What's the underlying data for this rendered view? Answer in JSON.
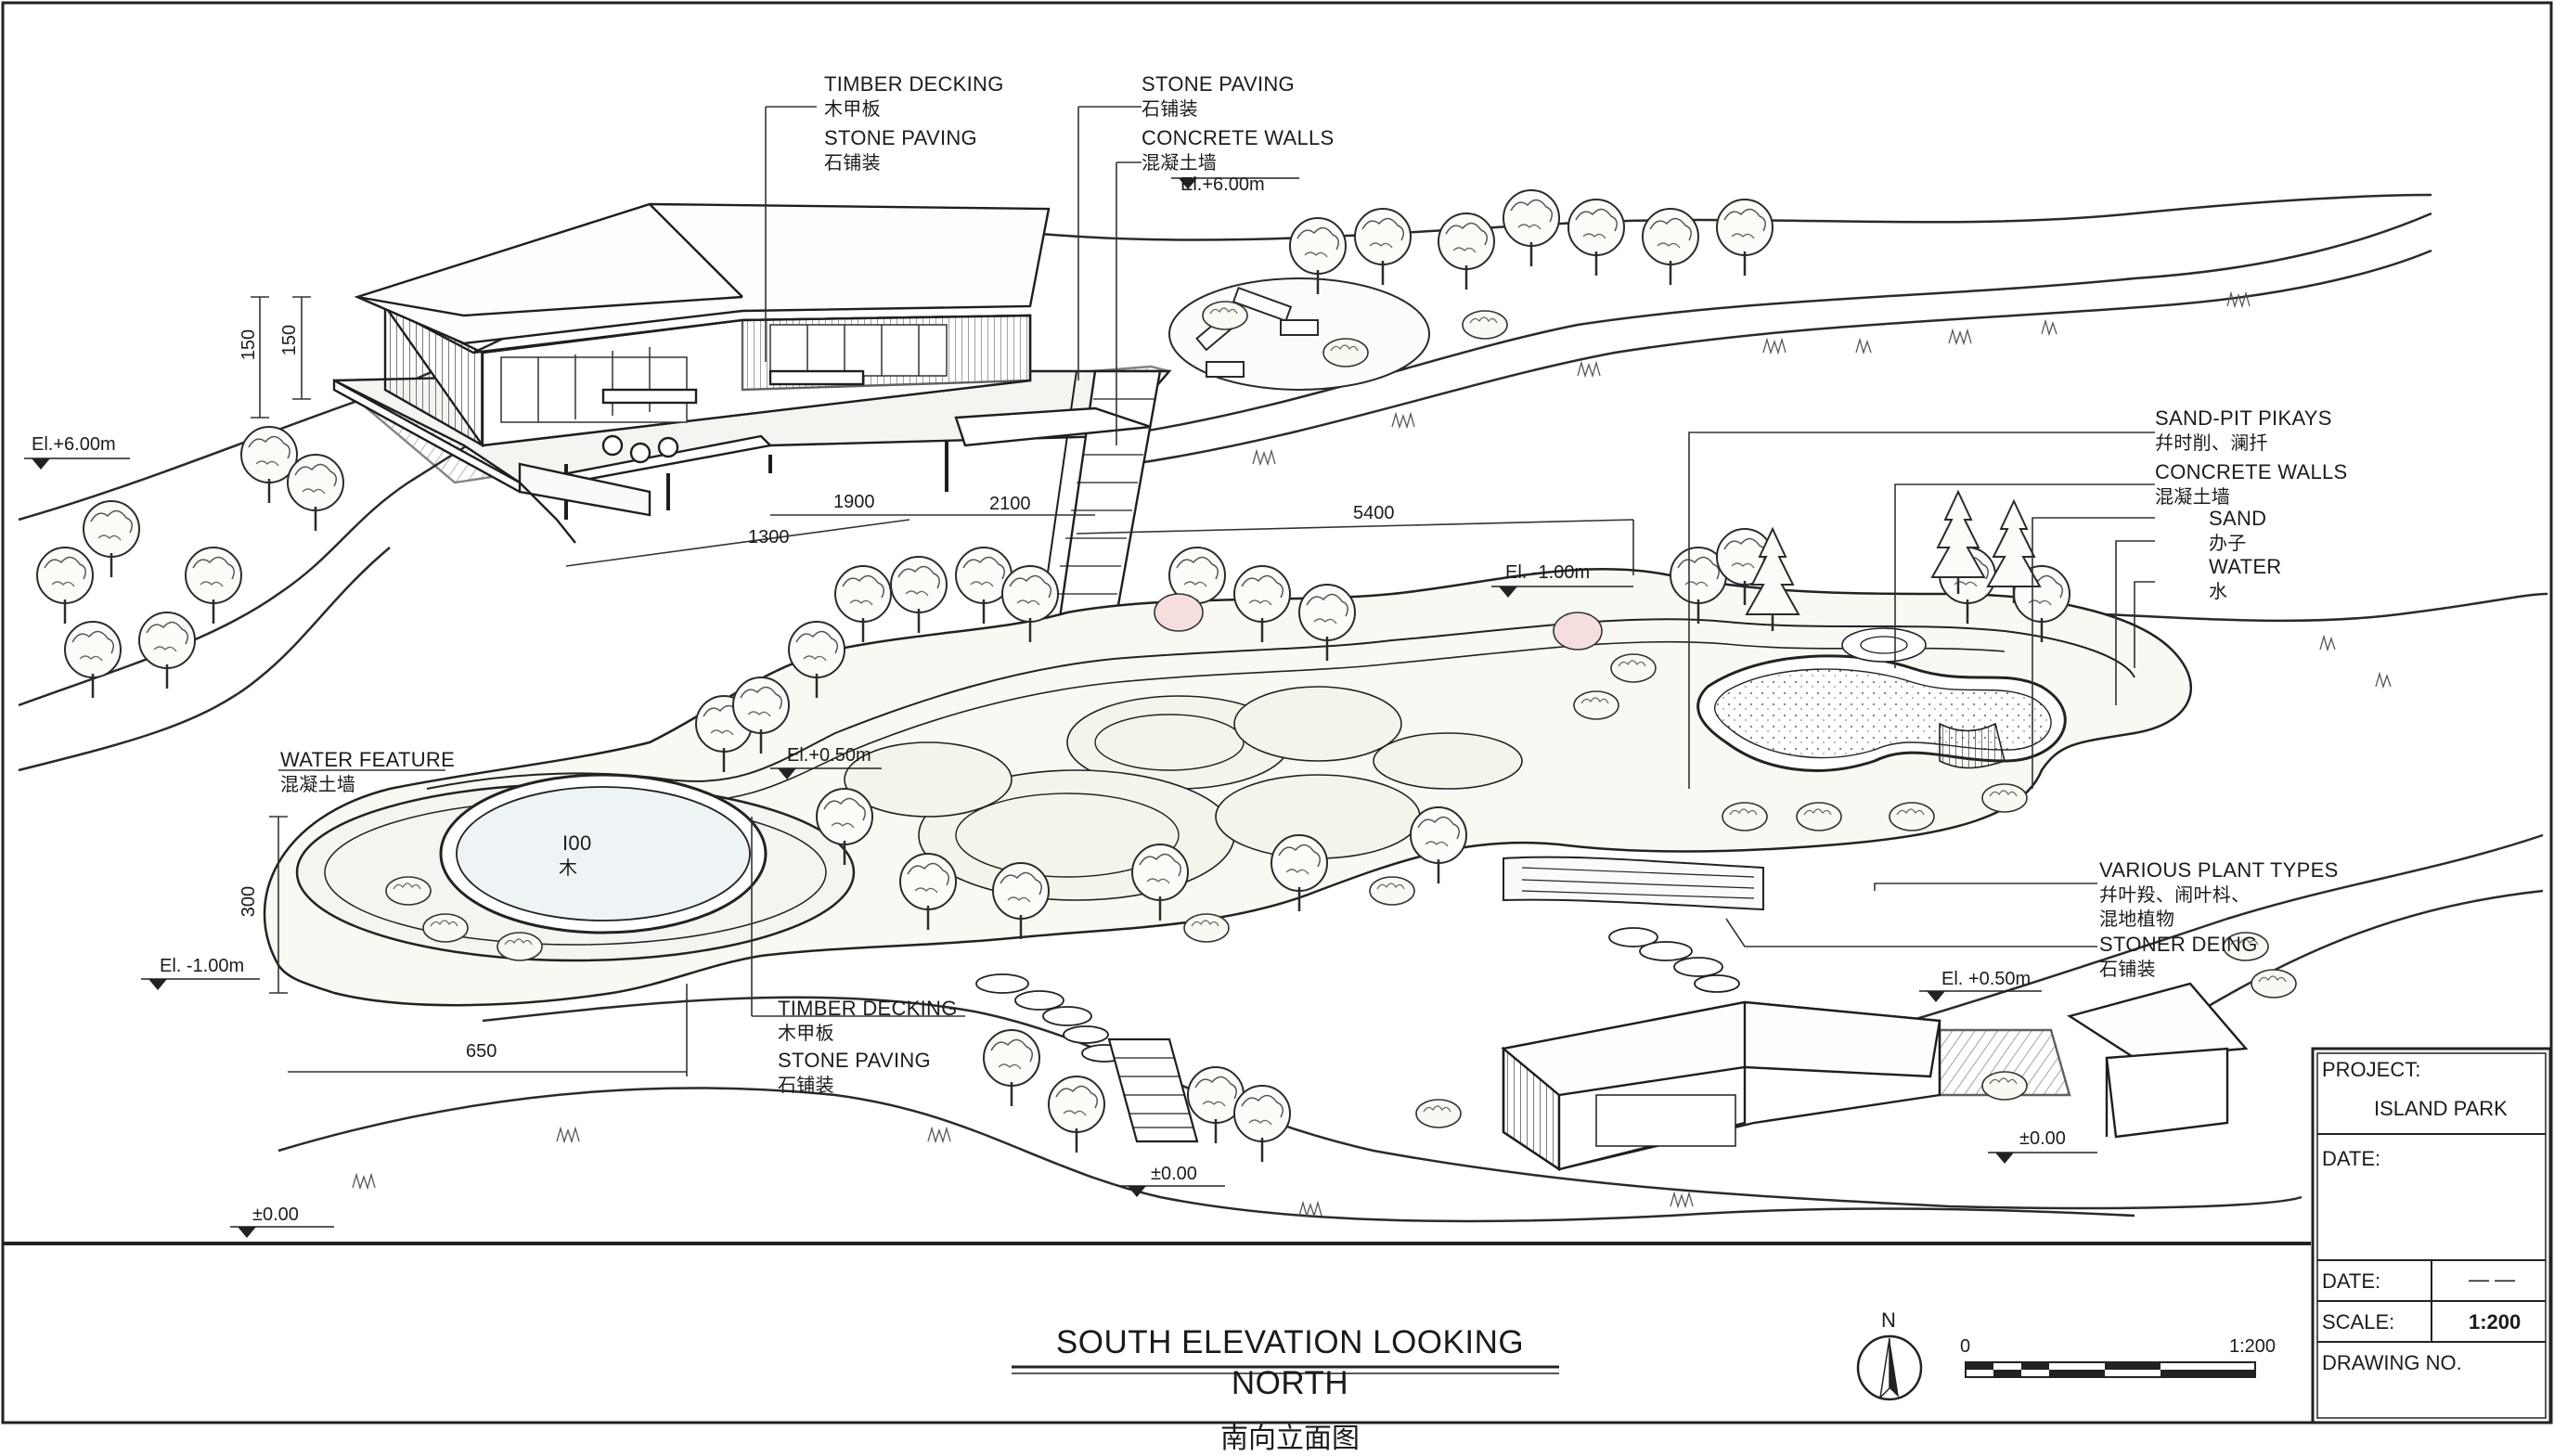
{
  "drawing": {
    "title": "SOUTH ELEVATION LOOKING NORTH",
    "title_zh": "南向立面图"
  },
  "labels": {
    "timber_decking_top": "TIMBER DECKING",
    "timber_decking_top_zh": "木甲板",
    "stone_paving_top": "STONE PAVING",
    "stone_paving_top_zh": "石铺装",
    "stone_paving_mid": "STONE PAVING",
    "stone_paving_mid_zh": "石铺装",
    "concrete_walls_mid": "CONCRETE WALLS",
    "concrete_walls_mid_zh": "混凝土墙",
    "sandpit": "SAND-PIT  PIKAYS",
    "sandpit_zh": "幷时削、澜扦",
    "concrete_walls_right": "CONCRETE WALLS",
    "concrete_walls_right_zh": "混凝土墙",
    "sand": "SAND",
    "sand_zh": "办子",
    "water": "WATER",
    "water_zh": "水",
    "water_feature": "WATER FEATURE",
    "water_feature_zh": "混凝土墙",
    "i00": "I00",
    "i00_zh": "木",
    "timber_decking_bottom": "TIMBER DECKING",
    "timber_decking_bottom_zh": "木甲板",
    "stone_paving_bottom": "STONE PAVING",
    "stone_paving_bottom_zh": "石铺装",
    "plants": "VARIOUS PLANT TYPES",
    "plants_zh_1": "幷叶羖、闹叶枓、",
    "plants_zh_2": "混地植物",
    "stoner_deing": "STONER DEING",
    "stoner_deing_zh": "石铺装"
  },
  "dimensions": {
    "d150a": "150",
    "d150b": "150",
    "d1900": "1900",
    "d2100": "2100",
    "d1300": "1300",
    "d5400": "5400",
    "d300": "300",
    "d650": "650"
  },
  "elevations": {
    "e_plus6_top": "El.+6.00m",
    "e_plus6_left": "El.+6.00m",
    "e_minus1_mid": "El. -1.00m",
    "e_plus05_mid": "El.+0.50m",
    "e_minus1_left": "El. -1.00m",
    "e_plus05_right": "El. +0.50m",
    "e_zero_left": "±0.00",
    "e_zero_mid": "±0.00",
    "e_zero_right": "±0.00"
  },
  "scale_bar": {
    "start": "0",
    "end": "1:200",
    "north": "N"
  },
  "title_block": {
    "project_label": "PROJECT:",
    "project_value": "ISLAND PARK",
    "date_label_1": "DATE:",
    "date_label_2": "DATE:",
    "date_value": "— —",
    "scale_label": "SCALE:",
    "scale_value": "1:200",
    "drawing_no_label": "DRAWING NO."
  }
}
